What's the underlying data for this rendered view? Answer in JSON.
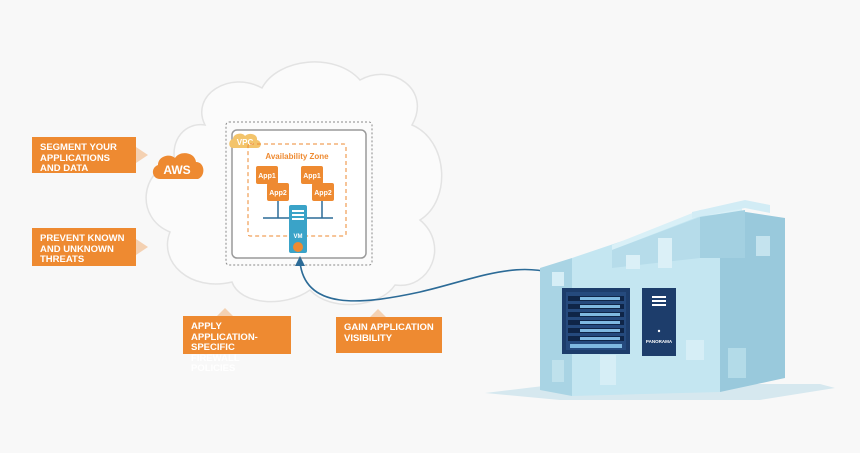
{
  "cloud": {
    "provider_label": "AWS",
    "vpc_label": "VPC",
    "zone_label": "Availability Zone",
    "apps": [
      "App1",
      "App2",
      "App1",
      "App2"
    ],
    "vm_label": "VM"
  },
  "callouts": {
    "segment": "SEGMENT YOUR\nAPPLICATIONS\nAND DATA",
    "prevent": "PREVENT KNOWN\nAND UNKNOWN\nTHREATS",
    "apply": "APPLY APPLICATION-\nSPECIFIC FIREWALL\nPOLICIES",
    "gain": "GAIN APPLICATION\nVISIBILITY"
  },
  "datacenter": {
    "panorama_label": "PANORAMA"
  },
  "colors": {
    "accent_orange": "#ee8a31",
    "link_blue": "#2c6b97",
    "building_blue": "#bfe3ef",
    "server_navy": "#1d3d6b"
  }
}
